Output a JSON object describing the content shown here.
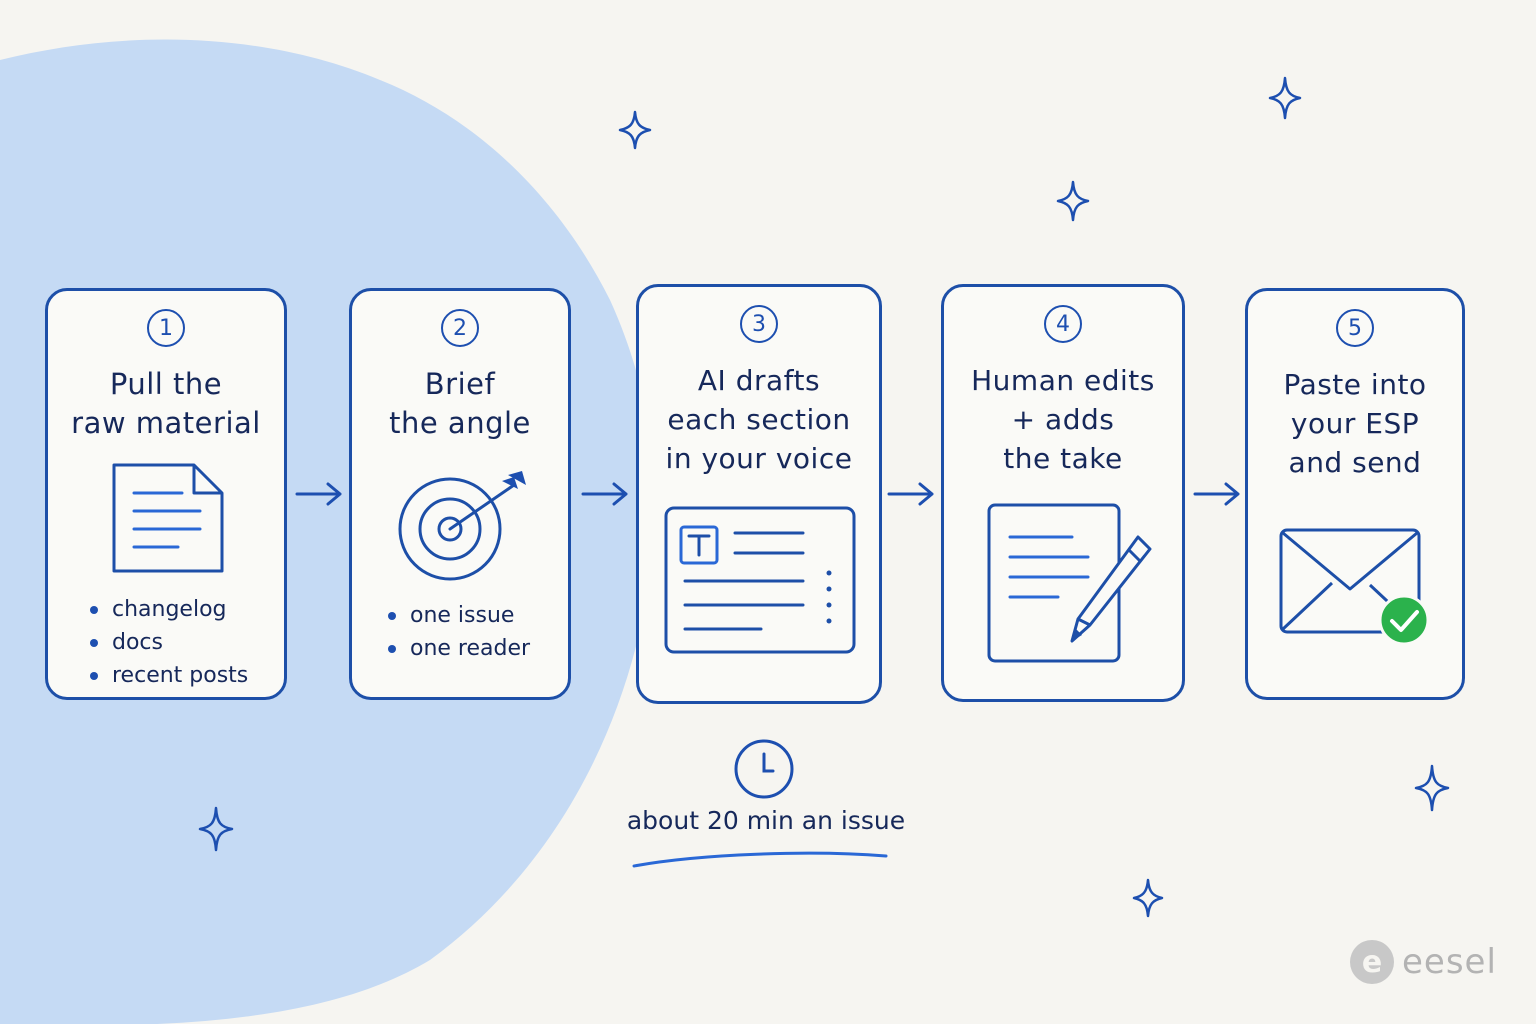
{
  "steps": [
    {
      "number": "1",
      "title": "Pull the\nraw material",
      "illustration": "document-icon",
      "bullets": [
        "changelog",
        "docs",
        "recent posts"
      ]
    },
    {
      "number": "2",
      "title": "Brief\nthe angle",
      "illustration": "target-icon",
      "bullets": [
        "one issue",
        "one reader"
      ]
    },
    {
      "number": "3",
      "title": "AI drafts\neach section\nin your voice",
      "illustration": "text-editor-icon",
      "bullets": []
    },
    {
      "number": "4",
      "title": "Human edits\n+ adds\nthe take",
      "illustration": "edit-document-icon",
      "bullets": []
    },
    {
      "number": "5",
      "title": "Paste into\nyour ESP\nand send",
      "illustration": "envelope-check-icon",
      "bullets": []
    }
  ],
  "duration": {
    "icon": "clock-icon",
    "label": "about 20 min an issue"
  },
  "brand": {
    "mark": "e",
    "name": "eesel"
  },
  "colors": {
    "background": "#f6f5f1",
    "blob": "#c5daf4",
    "ink": "#1d4fa8",
    "text": "#16285a",
    "check": "#2bb24c",
    "brand": "#b3b3b3"
  }
}
